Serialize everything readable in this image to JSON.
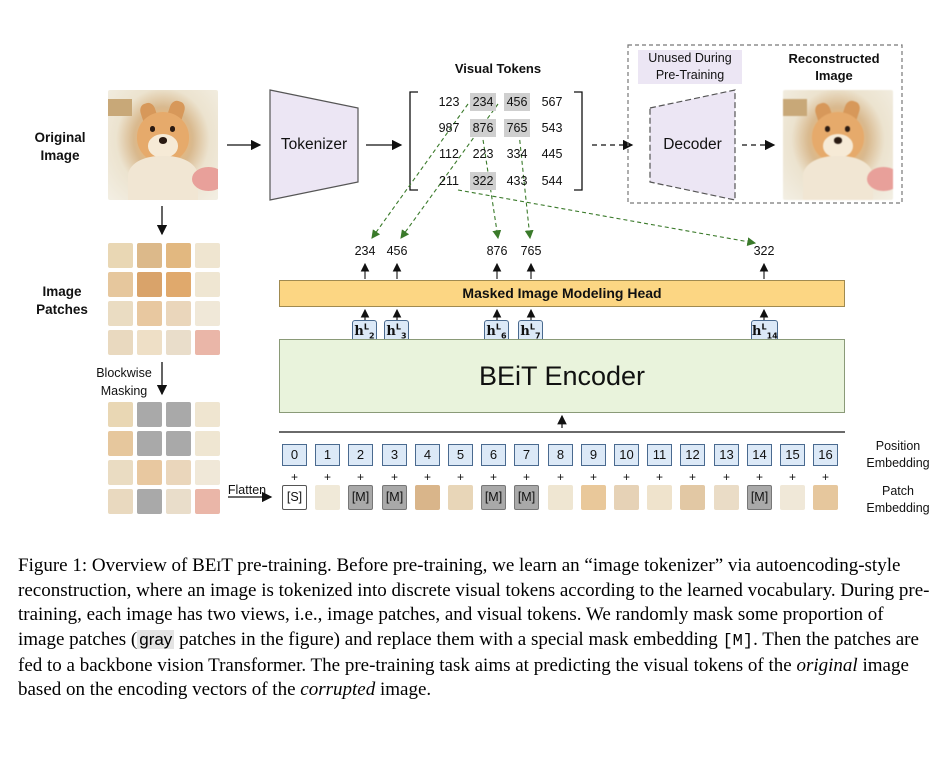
{
  "labels": {
    "original_image": "Original\nImage",
    "tokenizer": "Tokenizer",
    "visual_tokens": "Visual Tokens",
    "unused_during": "Unused During",
    "pre_training": "Pre-Training",
    "decoder": "Decoder",
    "reconstructed": "Reconstructed",
    "image": "Image",
    "image_patches_1": "Image",
    "image_patches_2": "Patches",
    "blockwise": "Blockwise",
    "masking": "Masking",
    "flatten": "Flatten",
    "mim_head": "Masked Image Modeling Head",
    "encoder": "BEiT Encoder",
    "position_1": "Position",
    "position_2": "Embedding",
    "patch_1": "Patch",
    "patch_2": "Embedding"
  },
  "token_grid": [
    [
      "123",
      "234",
      "456",
      "567"
    ],
    [
      "987",
      "876",
      "765",
      "543"
    ],
    [
      "112",
      "223",
      "334",
      "445"
    ],
    [
      "211",
      "322",
      "433",
      "544"
    ]
  ],
  "output_tokens": [
    "234",
    "456",
    "876",
    "765",
    "322"
  ],
  "h_vectors": [
    {
      "base": "h",
      "sup": "L",
      "sub": "2"
    },
    {
      "base": "h",
      "sup": "L",
      "sub": "3"
    },
    {
      "base": "h",
      "sup": "L",
      "sub": "6"
    },
    {
      "base": "h",
      "sup": "L",
      "sub": "7"
    },
    {
      "base": "h",
      "sup": "L",
      "sub": "14"
    }
  ],
  "positions": [
    "0",
    "1",
    "2",
    "3",
    "4",
    "5",
    "6",
    "7",
    "8",
    "9",
    "10",
    "11",
    "12",
    "13",
    "14",
    "15",
    "16"
  ],
  "patch_tokens": [
    "[S]",
    "",
    "[M]",
    "[M]",
    "",
    "",
    "[M]",
    "[M]",
    "",
    "",
    "",
    "",
    "",
    "",
    "[M]",
    "",
    ""
  ],
  "plus": "+",
  "caption": {
    "p1": "Figure 1: Overview of ",
    "beit_b": "BE",
    "beit_i": "I",
    "beit_t": "T",
    "p2": " pre-training. Before pre-training, we learn an “image tokenizer” via autoencoding-style reconstruction, where an image is tokenized into discrete visual tokens according to the learned vocabulary. During pre-training, each image has two views, i.e., image patches, and visual tokens. We randomly mask some proportion of image patches (",
    "gray": "gray",
    "p3": " patches in the figure) and replace them with a special mask embedding ",
    "mask": "[M]",
    "p4": ". Then the patches are fed to a backbone vision Transformer. The pre-training task aims at predicting the visual tokens of the ",
    "original": "original",
    "p5": " image based on the encoding vectors of the ",
    "corrupted": "corrupted",
    "p6": " image."
  },
  "colors": {
    "mim_head": "#fcd683",
    "encoder": "#e9f3dc",
    "embedding": "#dce9f7",
    "tokenizer": "#ece6f4",
    "mask_gray": "#a9a9a9",
    "arrow_green": "#3a7a2a"
  }
}
